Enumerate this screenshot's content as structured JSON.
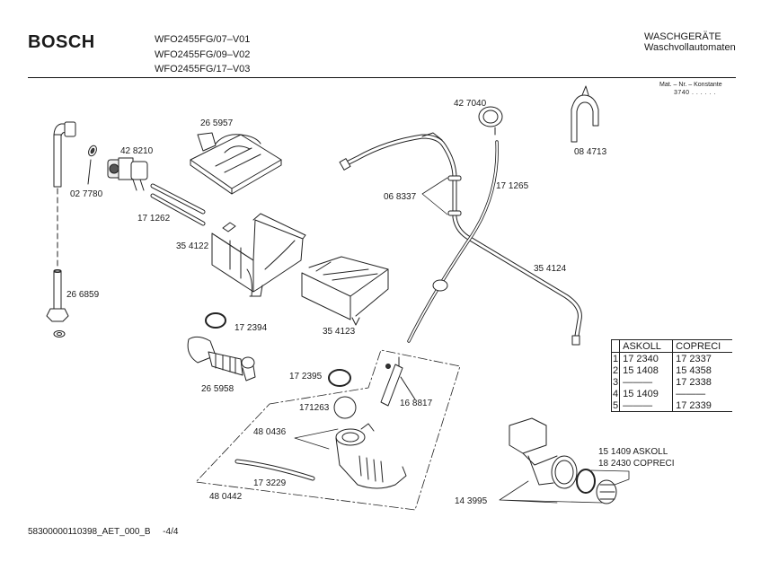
{
  "header": {
    "brand": "BOSCH",
    "models": [
      "WFO2455FG/07–V01",
      "WFO2455FG/09–V02",
      "WFO2455FG/17–V03"
    ],
    "category": "WASCHGERÄTE",
    "subcategory": "Waschvollautomaten",
    "mat_label": "Mat. – Nr. – Konstante",
    "mat_value": "3740 . .   . . . ."
  },
  "parts": {
    "p027780": "02 7780",
    "p428210": "42 8210",
    "p265957": "26 5957",
    "p171262": "17 1262",
    "p354122": "35 4122",
    "p266859": "26 6859",
    "p427040": "42 7040",
    "p084713": "08 4713",
    "p068337": "06 8337",
    "p171265": "17 1265",
    "p354124": "35 4124",
    "p354123": "35 4123",
    "p172394": "17 2394",
    "p265958": "26 5958",
    "p172395": "17 2395",
    "p171263": "171263",
    "p168817": "16 8817",
    "p480436": "48 0436",
    "p173229": "17 3229",
    "p480442": "48 0442",
    "p143995": "14 3995",
    "p151409": "15 1409  ASKOLL",
    "p182430": "18 2430  COPRECI"
  },
  "variants_table": {
    "headers": [
      "",
      "ASKOLL",
      "COPRECI"
    ],
    "rows": [
      {
        "index": "1",
        "askoll": "17 2340",
        "copreci": "17 2337"
      },
      {
        "index": "2",
        "askoll": "15 1408",
        "copreci": "15 4358"
      },
      {
        "index": "3",
        "askoll": "———",
        "copreci": "17 2338"
      },
      {
        "index": "4",
        "askoll": "15 1409",
        "copreci": "———"
      },
      {
        "index": "5",
        "askoll": "———",
        "copreci": "17 2339"
      }
    ]
  },
  "footer": {
    "doc_id": "58300000110398_AET_000_B",
    "page": "-4/4"
  }
}
